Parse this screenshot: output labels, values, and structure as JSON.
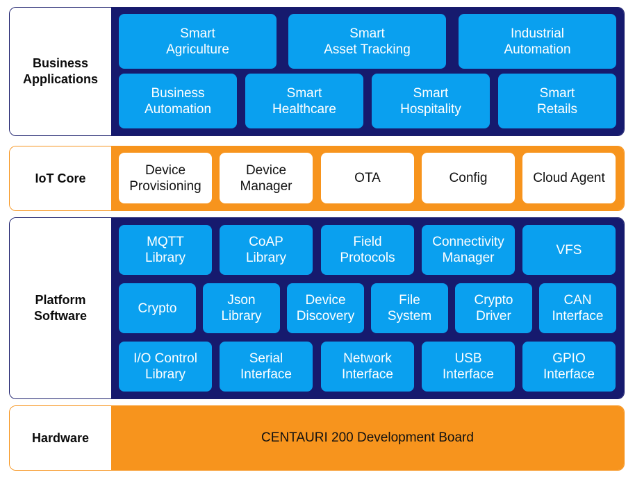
{
  "colors": {
    "navy": "#161a6e",
    "blue_box": "#0aa0ef",
    "orange": "#f7941d",
    "white": "#ffffff"
  },
  "layers": {
    "business": {
      "label": "Business\nApplications",
      "boxes": [
        "Smart\nAgriculture",
        "Smart\nAsset Tracking",
        "Industrial\nAutomation",
        "Business\nAutomation",
        "Smart\nHealthcare",
        "Smart\nHospitality",
        "Smart\nRetails"
      ]
    },
    "iot": {
      "label": "IoT Core",
      "boxes": [
        "Device\nProvisioning",
        "Device\nManager",
        "OTA",
        "Config",
        "Cloud Agent"
      ]
    },
    "platform": {
      "label": "Platform\nSoftware",
      "boxes": [
        "MQTT\nLibrary",
        "CoAP\nLibrary",
        "Field\nProtocols",
        "Connectivity\nManager",
        "VFS",
        "Crypto",
        "Json\nLibrary",
        "Device\nDiscovery",
        "File\nSystem",
        "Crypto\nDriver",
        "CAN\nInterface",
        "I/O Control\nLibrary",
        "Serial\nInterface",
        "Network\nInterface",
        "USB\nInterface",
        "GPIO\nInterface"
      ]
    },
    "hardware": {
      "label": "Hardware",
      "board": "CENTAURI 200 Development Board"
    }
  }
}
